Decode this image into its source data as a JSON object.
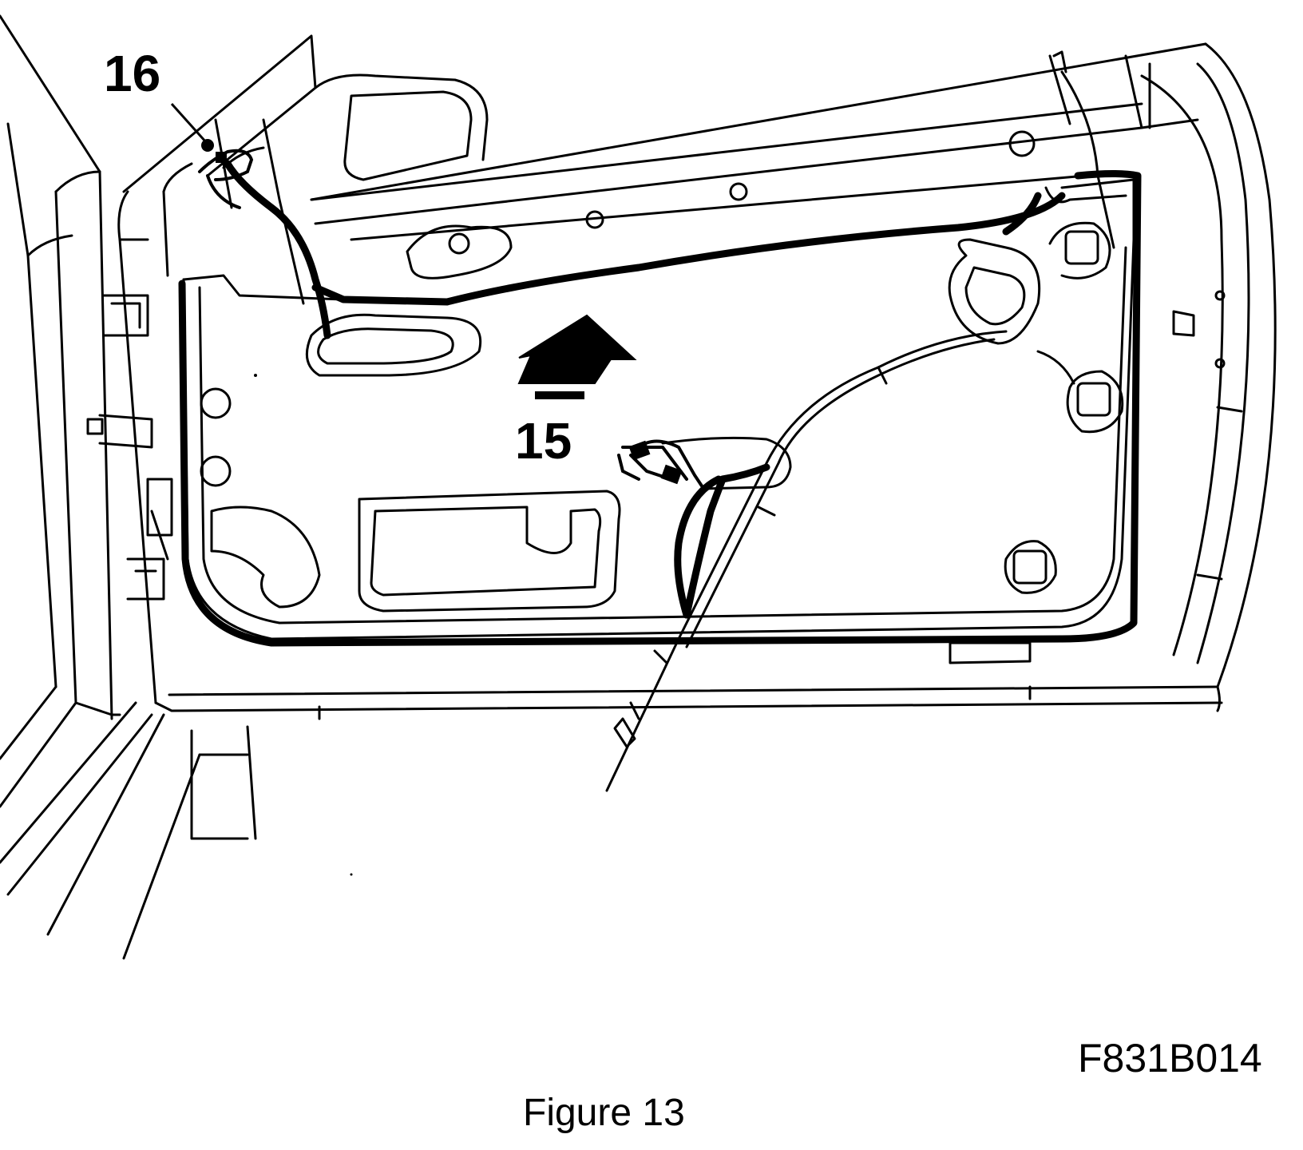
{
  "callouts": {
    "c16": "16",
    "c15": "15"
  },
  "figure_code": "F831B014",
  "caption": "Figure 13",
  "colors": {
    "ink": "#000000",
    "paper": "#ffffff"
  }
}
